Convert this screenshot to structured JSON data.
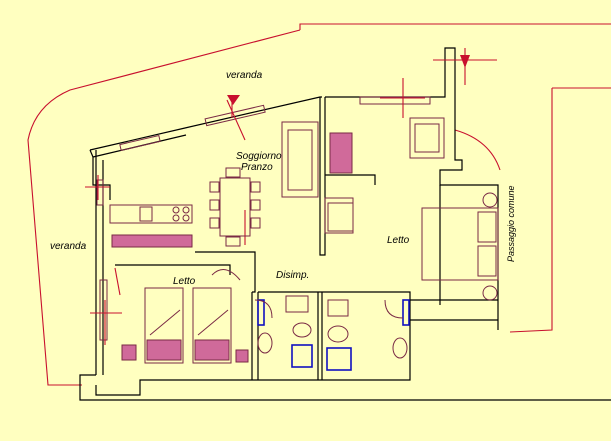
{
  "labels": {
    "veranda_top": "veranda",
    "veranda_left": "veranda",
    "soggiorno_line1": "Soggiorno",
    "soggiorno_line2": "Pranzo",
    "letto_left": "Letto",
    "letto_right": "Letto",
    "disimp": "Disimp.",
    "passaggio": "Passaggio comune"
  },
  "colors": {
    "background": "#FFFFC0",
    "wall": "#000000",
    "boundary": "#C8102E",
    "furniture_accent": "#D06A9A",
    "sanitary": "#1010C0"
  }
}
